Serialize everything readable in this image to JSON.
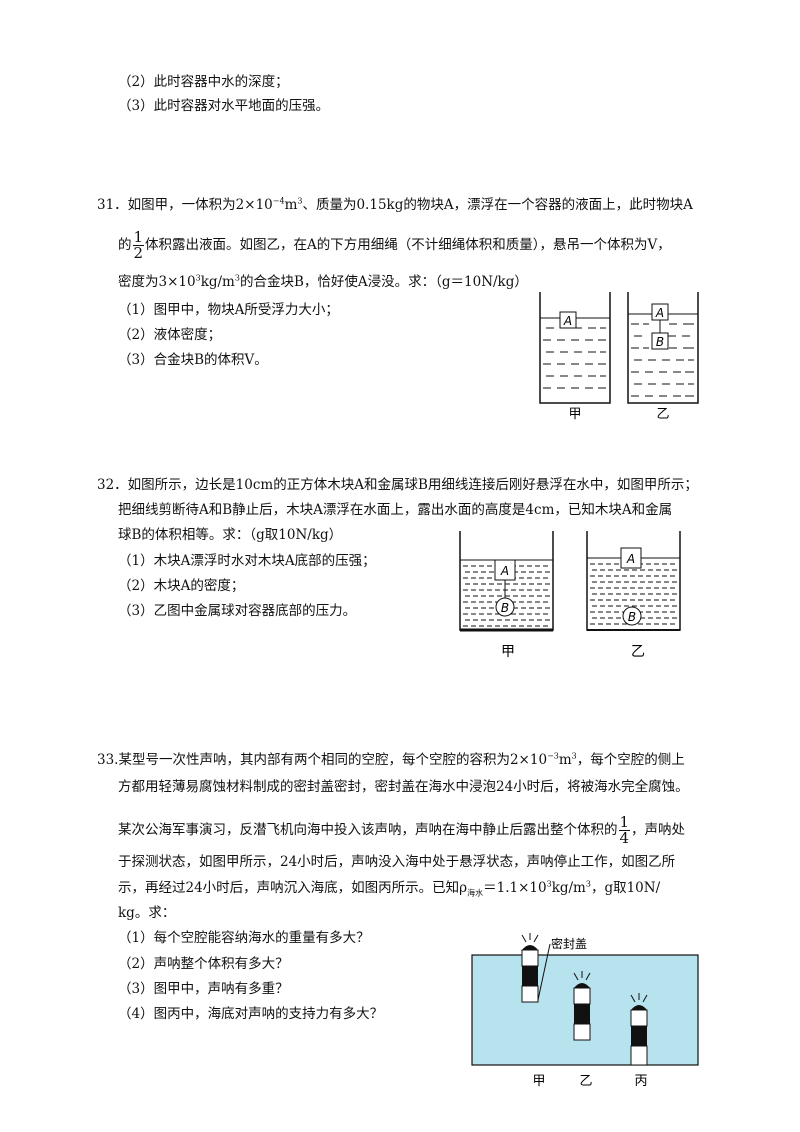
{
  "q30_tail": {
    "item2": "（2）此时容器中水的深度；",
    "item3": "（3）此时容器对水平地面的压强。"
  },
  "q31": {
    "line1": "31．如图甲，一体积为2×10⁻⁴m³、质量为0.15kg的物块A，漂浮在一个容器的液面上，此时物块A",
    "line2_pre": "的",
    "frac_num": "1",
    "frac_den": "2",
    "line2_post": "体积露出液面。如图乙，在A的下方用细绳（不计细绳体积和质量），悬吊一个体积为V，",
    "line3": "密度为3×10³kg/m³的合金块B，恰好使A浸没。求：（g＝10N/kg）",
    "item1": "（1）图甲中，物块A所受浮力大小；",
    "item2": "（2）液体密度；",
    "item3": "（3）合金块B的体积V。",
    "fig": {
      "label_A": "A",
      "label_B": "B",
      "label_jia": "甲",
      "label_yi": "乙"
    }
  },
  "q32": {
    "line1": "32．如图所示，边长是10cm的正方体木块A和金属球B用细线连接后刚好悬浮在水中，如图甲所示；",
    "line2": "把细线剪断待A和B静止后，木块A漂浮在水面上，露出水面的高度是4cm，已知木块A和金属",
    "line3": "球B的体积相等。求：（g取10N/kg）",
    "item1": "（1）木块A漂浮时水对木块A底部的压强；",
    "item2": "（2）木块A的密度；",
    "item3": "（3）乙图中金属球对容器底部的压力。",
    "fig": {
      "label_A": "A",
      "label_B": "B",
      "label_jia": "甲",
      "label_yi": "乙"
    }
  },
  "q33": {
    "line1": "33.某型号一次性声呐，其内部有两个相同的空腔，每个空腔的容积为2×10⁻³m³，每个空腔的侧上",
    "line2": "方都用轻薄易腐蚀材料制成的密封盖密封，密封盖在海水中浸泡24小时后，将被海水完全腐蚀。",
    "line3_pre": "某次公海军事演习，反潜飞机向海中投入该声呐，声呐在海中静止后露出整个体积的",
    "frac_num": "1",
    "frac_den": "4",
    "line3_post": "，声呐处",
    "line4": "于探测状态，如图甲所示，24小时后，声呐没入海中处于悬浮状态，声呐停止工作，如图乙所",
    "line5": "示，再经过24小时后，声呐沉入海底，如图丙所示。已知ρ海水＝1.1×10³kg/m³，g取10N/",
    "line6": "kg。求：",
    "item1": "（1）每个空腔能容纳海水的重量有多大？",
    "item2": "（2）声呐整个体积有多大？",
    "item3": "（3）图甲中，声呐有多重？",
    "item4": "（4）图丙中，海底对声呐的支持力有多大？",
    "fig": {
      "label_seal": "密封盖",
      "label_jia": "甲",
      "label_yi": "乙",
      "label_bing": "丙"
    }
  },
  "colors": {
    "sea": "#b7e3ee",
    "ink": "#111111"
  }
}
